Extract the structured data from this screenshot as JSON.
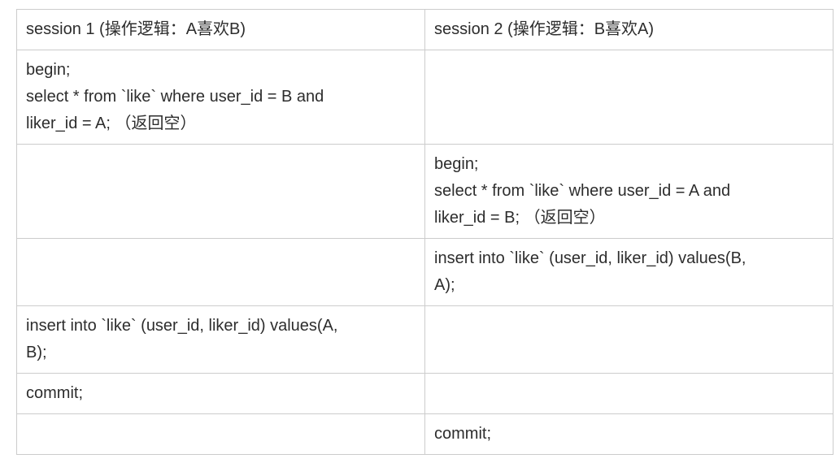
{
  "colors": {
    "border": "#cccccc",
    "text": "#2d2d2d",
    "background": "#ffffff"
  },
  "table": {
    "headers": [
      {
        "label": "session 1 (操作逻辑：A喜欢B)"
      },
      {
        "label": "session 2 (操作逻辑：B喜欢A)"
      }
    ],
    "rows": [
      {
        "session1": "begin;\nselect * from `like` where user_id = B and\nliker_id = A; （返回空）",
        "session2": ""
      },
      {
        "session1": "",
        "session2": "begin;\nselect * from `like` where user_id = A and\nliker_id = B; （返回空）"
      },
      {
        "session1": "",
        "session2": "insert into `like` (user_id, liker_id) values(B,\nA);"
      },
      {
        "session1": "insert into `like` (user_id, liker_id) values(A,\nB);",
        "session2": ""
      },
      {
        "session1": "commit;",
        "session2": ""
      },
      {
        "session1": "",
        "session2": "commit;"
      }
    ]
  }
}
